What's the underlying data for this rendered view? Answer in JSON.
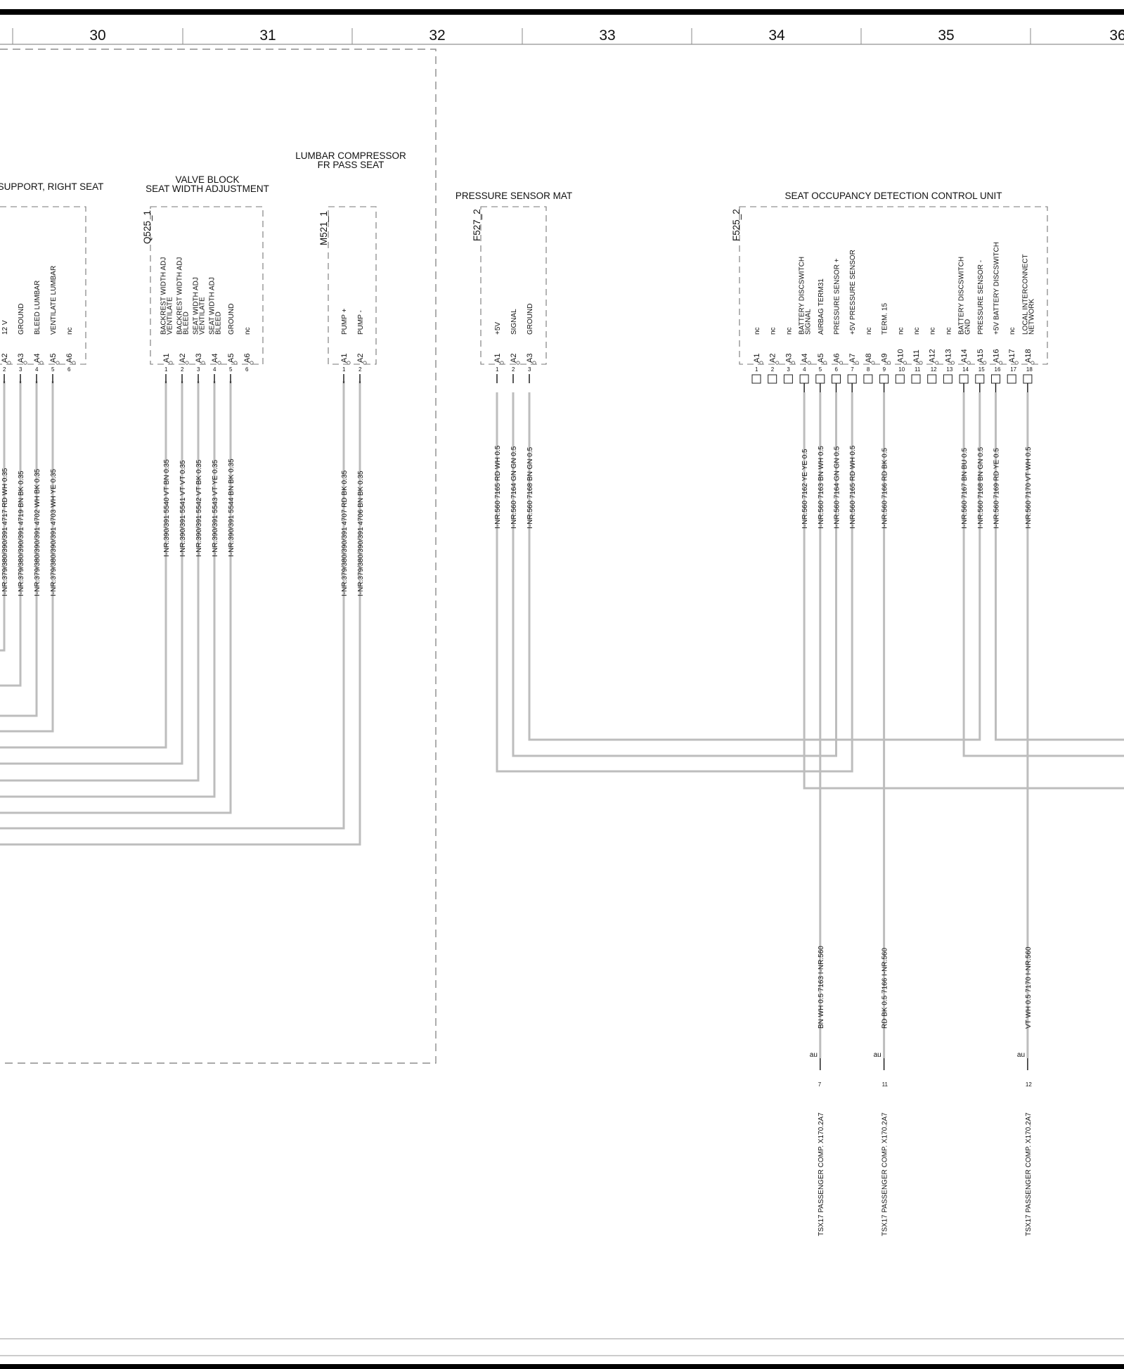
{
  "grid_header": {
    "columns": [
      "30",
      "31",
      "32",
      "33",
      "34",
      "35",
      "36"
    ]
  },
  "components": {
    "lumbar_support": {
      "title": "SUPPORT, RIGHT SEAT",
      "pins": [
        {
          "pin": "A2",
          "num": "2",
          "label": "12 V",
          "wire": "I-NR.379/380/390/391  4717 RD WH 0.35"
        },
        {
          "pin": "A3",
          "num": "3",
          "label": "GROUND",
          "wire": "I-NR.379/380/390/391  4719  BN BK 0.35"
        },
        {
          "pin": "A4",
          "num": "4",
          "label": "BLEED LUMBAR",
          "wire": "I-NR.379/380/390/391  4702  WH BK 0.35"
        },
        {
          "pin": "A5",
          "num": "5",
          "label": "VENTILATE LUMBAR",
          "wire": "I-NR.379/380/390/391  4703  WH YE 0.35"
        },
        {
          "pin": "A6",
          "num": "6",
          "label": "nc",
          "wire": ""
        }
      ]
    },
    "valve_block": {
      "title1": "VALVE BLOCK",
      "title2": "SEAT WIDTH ADJUSTMENT",
      "id": "Q525_1",
      "pins": [
        {
          "pin": "A1",
          "num": "1",
          "label": [
            "BACKREST WIDTH ADJ",
            "VENTILATE"
          ],
          "wire": "I-NR.390/391  5540  VT BN 0.35"
        },
        {
          "pin": "A2",
          "num": "2",
          "label": [
            "BACKREST WIDTH ADJ",
            "BLEED"
          ],
          "wire": "I-NR.390/391  5541  VT VT 0.35"
        },
        {
          "pin": "A3",
          "num": "3",
          "label": [
            "SEAT WIDTH ADJ",
            "VENTILATE"
          ],
          "wire": "I-NR.390/391  5542  VT BK 0.35"
        },
        {
          "pin": "A4",
          "num": "4",
          "label": [
            "SEAT WIDTH ADJ",
            "BLEED"
          ],
          "wire": "I-NR.390/391  5543  VT YE 0.35"
        },
        {
          "pin": "A5",
          "num": "5",
          "label": [
            "GROUND"
          ],
          "wire": "I-NR.390/391  5544  BN BK 0.35"
        },
        {
          "pin": "A6",
          "num": "6",
          "label": [
            "nc"
          ],
          "wire": ""
        }
      ]
    },
    "lumbar_compressor": {
      "title1": "LUMBAR COMPRESSOR",
      "title2": "FR PASS SEAT",
      "id": "M521_1",
      "pins": [
        {
          "pin": "A1",
          "num": "1",
          "label": "PUMP +",
          "wire": "I-NR.379/380/390/391  4707  RD BK 0.35"
        },
        {
          "pin": "A2",
          "num": "2",
          "label": "PUMP -",
          "wire": "I-NR.379/380/390/391  4706  BN BK 0.35"
        }
      ]
    },
    "pressure_mat": {
      "title": "PRESSURE SENSOR MAT",
      "id": "F527_2",
      "pins": [
        {
          "pin": "A1",
          "num": "1",
          "label": "+5V",
          "wire": "I-NR.560  7165  RD WH 0.5"
        },
        {
          "pin": "A2",
          "num": "2",
          "label": "SIGNAL",
          "wire": "I-NR.560  7164  GN GN 0.5"
        },
        {
          "pin": "A3",
          "num": "3",
          "label": "GROUND",
          "wire": "I-NR.560  7168  BN GN 0.5"
        }
      ]
    },
    "occupancy_unit": {
      "title": "SEAT OCCUPANCY DETECTION CONTROL UNIT",
      "id": "F525_2",
      "pins": [
        {
          "pin": "A1",
          "num": "1",
          "label": [
            "nc"
          ],
          "wire": ""
        },
        {
          "pin": "A2",
          "num": "2",
          "label": [
            "nc"
          ],
          "wire": ""
        },
        {
          "pin": "A3",
          "num": "3",
          "label": [
            "nc"
          ],
          "wire": ""
        },
        {
          "pin": "A4",
          "num": "4",
          "label": [
            "BATTERY DISCSWITCH",
            "SIGNAL"
          ],
          "wire": "I-NR.560  7162     YE YE 0.5"
        },
        {
          "pin": "A5",
          "num": "5",
          "label": [
            "AIRBAG TERM31"
          ],
          "wire": "I-NR.560  7163  BN WH 0.5"
        },
        {
          "pin": "A6",
          "num": "6",
          "label": [
            "PRESSURE SENSOR +"
          ],
          "wire": "I-NR.560  7164  GN GN 0.5"
        },
        {
          "pin": "A7",
          "num": "7",
          "label": [
            "+5V PRESSURE SENSOR"
          ],
          "wire": "I-NR.560  7165  RD WH 0.5"
        },
        {
          "pin": "A8",
          "num": "8",
          "label": [
            "nc"
          ],
          "wire": ""
        },
        {
          "pin": "A9",
          "num": "9",
          "label": [
            "TERM. 15"
          ],
          "wire": "I-NR.560  7166  RD BK 0.5"
        },
        {
          "pin": "A10",
          "num": "10",
          "label": [
            "nc"
          ],
          "wire": ""
        },
        {
          "pin": "A11",
          "num": "11",
          "label": [
            "nc"
          ],
          "wire": ""
        },
        {
          "pin": "A12",
          "num": "12",
          "label": [
            "nc"
          ],
          "wire": ""
        },
        {
          "pin": "A13",
          "num": "13",
          "label": [
            "nc"
          ],
          "wire": ""
        },
        {
          "pin": "A14",
          "num": "14",
          "label": [
            "BATTERY DISCSWITCH",
            "GND"
          ],
          "wire": "I-NR.560  7167  BN BU 0.5"
        },
        {
          "pin": "A15",
          "num": "15",
          "label": [
            "PRESSURE SENSOR -"
          ],
          "wire": "I-NR.560  7168  BN GN 0.5"
        },
        {
          "pin": "A16",
          "num": "16",
          "label": [
            "+5V BATTERY DISCSWITCH"
          ],
          "wire": "I-NR.560  7169  RD YE 0.5"
        },
        {
          "pin": "A17",
          "num": "17",
          "label": [
            "nc"
          ],
          "wire": ""
        },
        {
          "pin": "A18",
          "num": "18",
          "label": [
            "LOCAL INTERCONNECT",
            "NETWORK"
          ],
          "wire": "I-NR.560  7170  VT WH 0.5"
        }
      ]
    }
  },
  "outputs": [
    {
      "wire": "BN WH 0.5  7163  I-NR.560",
      "au": "au",
      "num": "7",
      "dest": "TSX17 PASSENGER COMP.  X170.2A7"
    },
    {
      "wire": "RD BK 0.5  7166  I-NR.560",
      "au": "au",
      "num": "11",
      "dest": "TSX17 PASSENGER COMP.  X170.2A7"
    },
    {
      "wire": "VT WH 0.5  7170  I-NR.560",
      "au": "au",
      "num": "12",
      "dest": "TSX17 PASSENGER COMP.  X170.2A7"
    }
  ]
}
